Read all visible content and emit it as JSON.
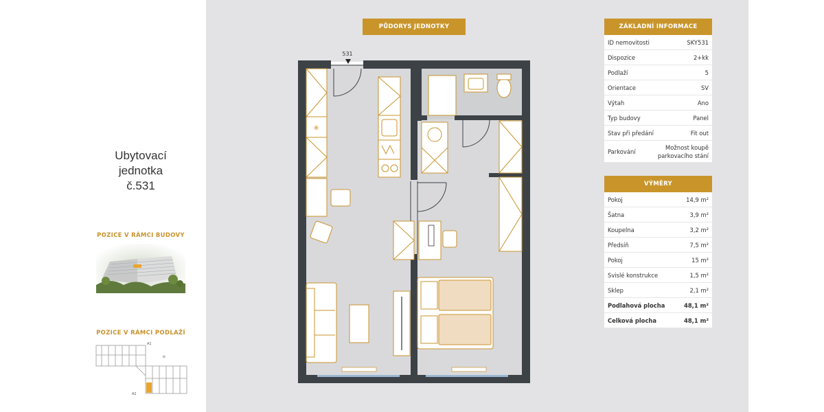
{
  "unit_title": [
    "Ubytovací",
    "jednotka",
    "č.531"
  ],
  "position_building_label": "POZICE V RÁMCI BUDOVY",
  "position_floor_label": "POZICE V RÁMCI PODLAŽÍ",
  "floorplan_label": "PŮDORYS JEDNOTKY",
  "door_label": "531",
  "floor_mini_labels": {
    "a1": "A1",
    "a2": "A2"
  },
  "basic_info": {
    "title": "ZÁKLADNÍ INFORMACE",
    "rows": [
      {
        "k": "ID nemovitosti",
        "v": "SKY531"
      },
      {
        "k": "Dispozice",
        "v": "2+kk"
      },
      {
        "k": "Podlaží",
        "v": "5"
      },
      {
        "k": "Orientace",
        "v": "SV"
      },
      {
        "k": "Výtah",
        "v": "Ano"
      },
      {
        "k": "Typ budovy",
        "v": "Panel"
      },
      {
        "k": "Stav při předání",
        "v": "Fit out"
      },
      {
        "k": "Parkování",
        "v": "Možnost koupě",
        "v2": "parkovacího stání"
      }
    ]
  },
  "areas": {
    "title": "VÝMĚRY",
    "rows": [
      {
        "k": "Pokoj",
        "v": "14,9 m²"
      },
      {
        "k": "Šatna",
        "v": "3,9 m²"
      },
      {
        "k": "Koupelna",
        "v": "3,2 m²"
      },
      {
        "k": "Předsíň",
        "v": "7,5 m²"
      },
      {
        "k": "Pokoj",
        "v": "15 m²"
      },
      {
        "k": "Svislé konstrukce",
        "v": "1,5 m²"
      },
      {
        "k": "Sklep",
        "v": "2,1 m²"
      },
      {
        "k": "Podlahová plocha",
        "v": "48,1 m²"
      },
      {
        "k": "Celková plocha",
        "v": "48,1 m²"
      }
    ]
  },
  "colors": {
    "accent": "#c9952b",
    "wall": "#3d4247",
    "floor": "#d9d9db",
    "furniture": "#c9932d"
  }
}
